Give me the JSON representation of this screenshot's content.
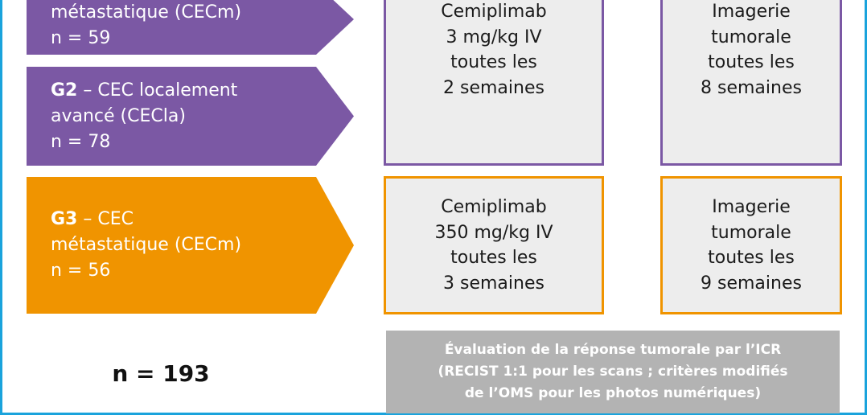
{
  "groups": [
    {
      "id": "",
      "separator": "",
      "line1": "",
      "line2": "métastatique (CECm)",
      "count": "n = 59"
    },
    {
      "id": "G2",
      "separator": " – CEC localement",
      "line2": "avancé (CECla)",
      "count": "n = 78"
    },
    {
      "id": "G3",
      "separator": " – CEC",
      "line2": "métastatique (CECm)",
      "count": "n = 56"
    }
  ],
  "treatment_boxes": [
    {
      "lines": [
        "Cemiplimab",
        "3 mg/kg IV",
        "toutes les",
        "2 semaines"
      ]
    },
    {
      "lines": [
        "Imagerie",
        "tumorale",
        "toutes les",
        "8 semaines"
      ]
    },
    {
      "lines": [
        "Cemiplimab",
        "350 mg/kg IV",
        "toutes les",
        "3 semaines"
      ]
    },
    {
      "lines": [
        "Imagerie",
        "tumorale",
        "toutes les",
        "9 semaines"
      ]
    }
  ],
  "total": "n = 193",
  "evaluation": {
    "lines": [
      "Évaluation de la réponse tumorale par l’ICR",
      "(RECIST 1:1 pour les scans ; critères modifiés",
      "de l’OMS pour les photos numériques)"
    ]
  },
  "colors": {
    "purple": "#7b58a4",
    "orange": "#f09400",
    "box_fill": "#ededed",
    "eval_fill": "#b3b3b3",
    "frame": "#1aa3dc"
  }
}
